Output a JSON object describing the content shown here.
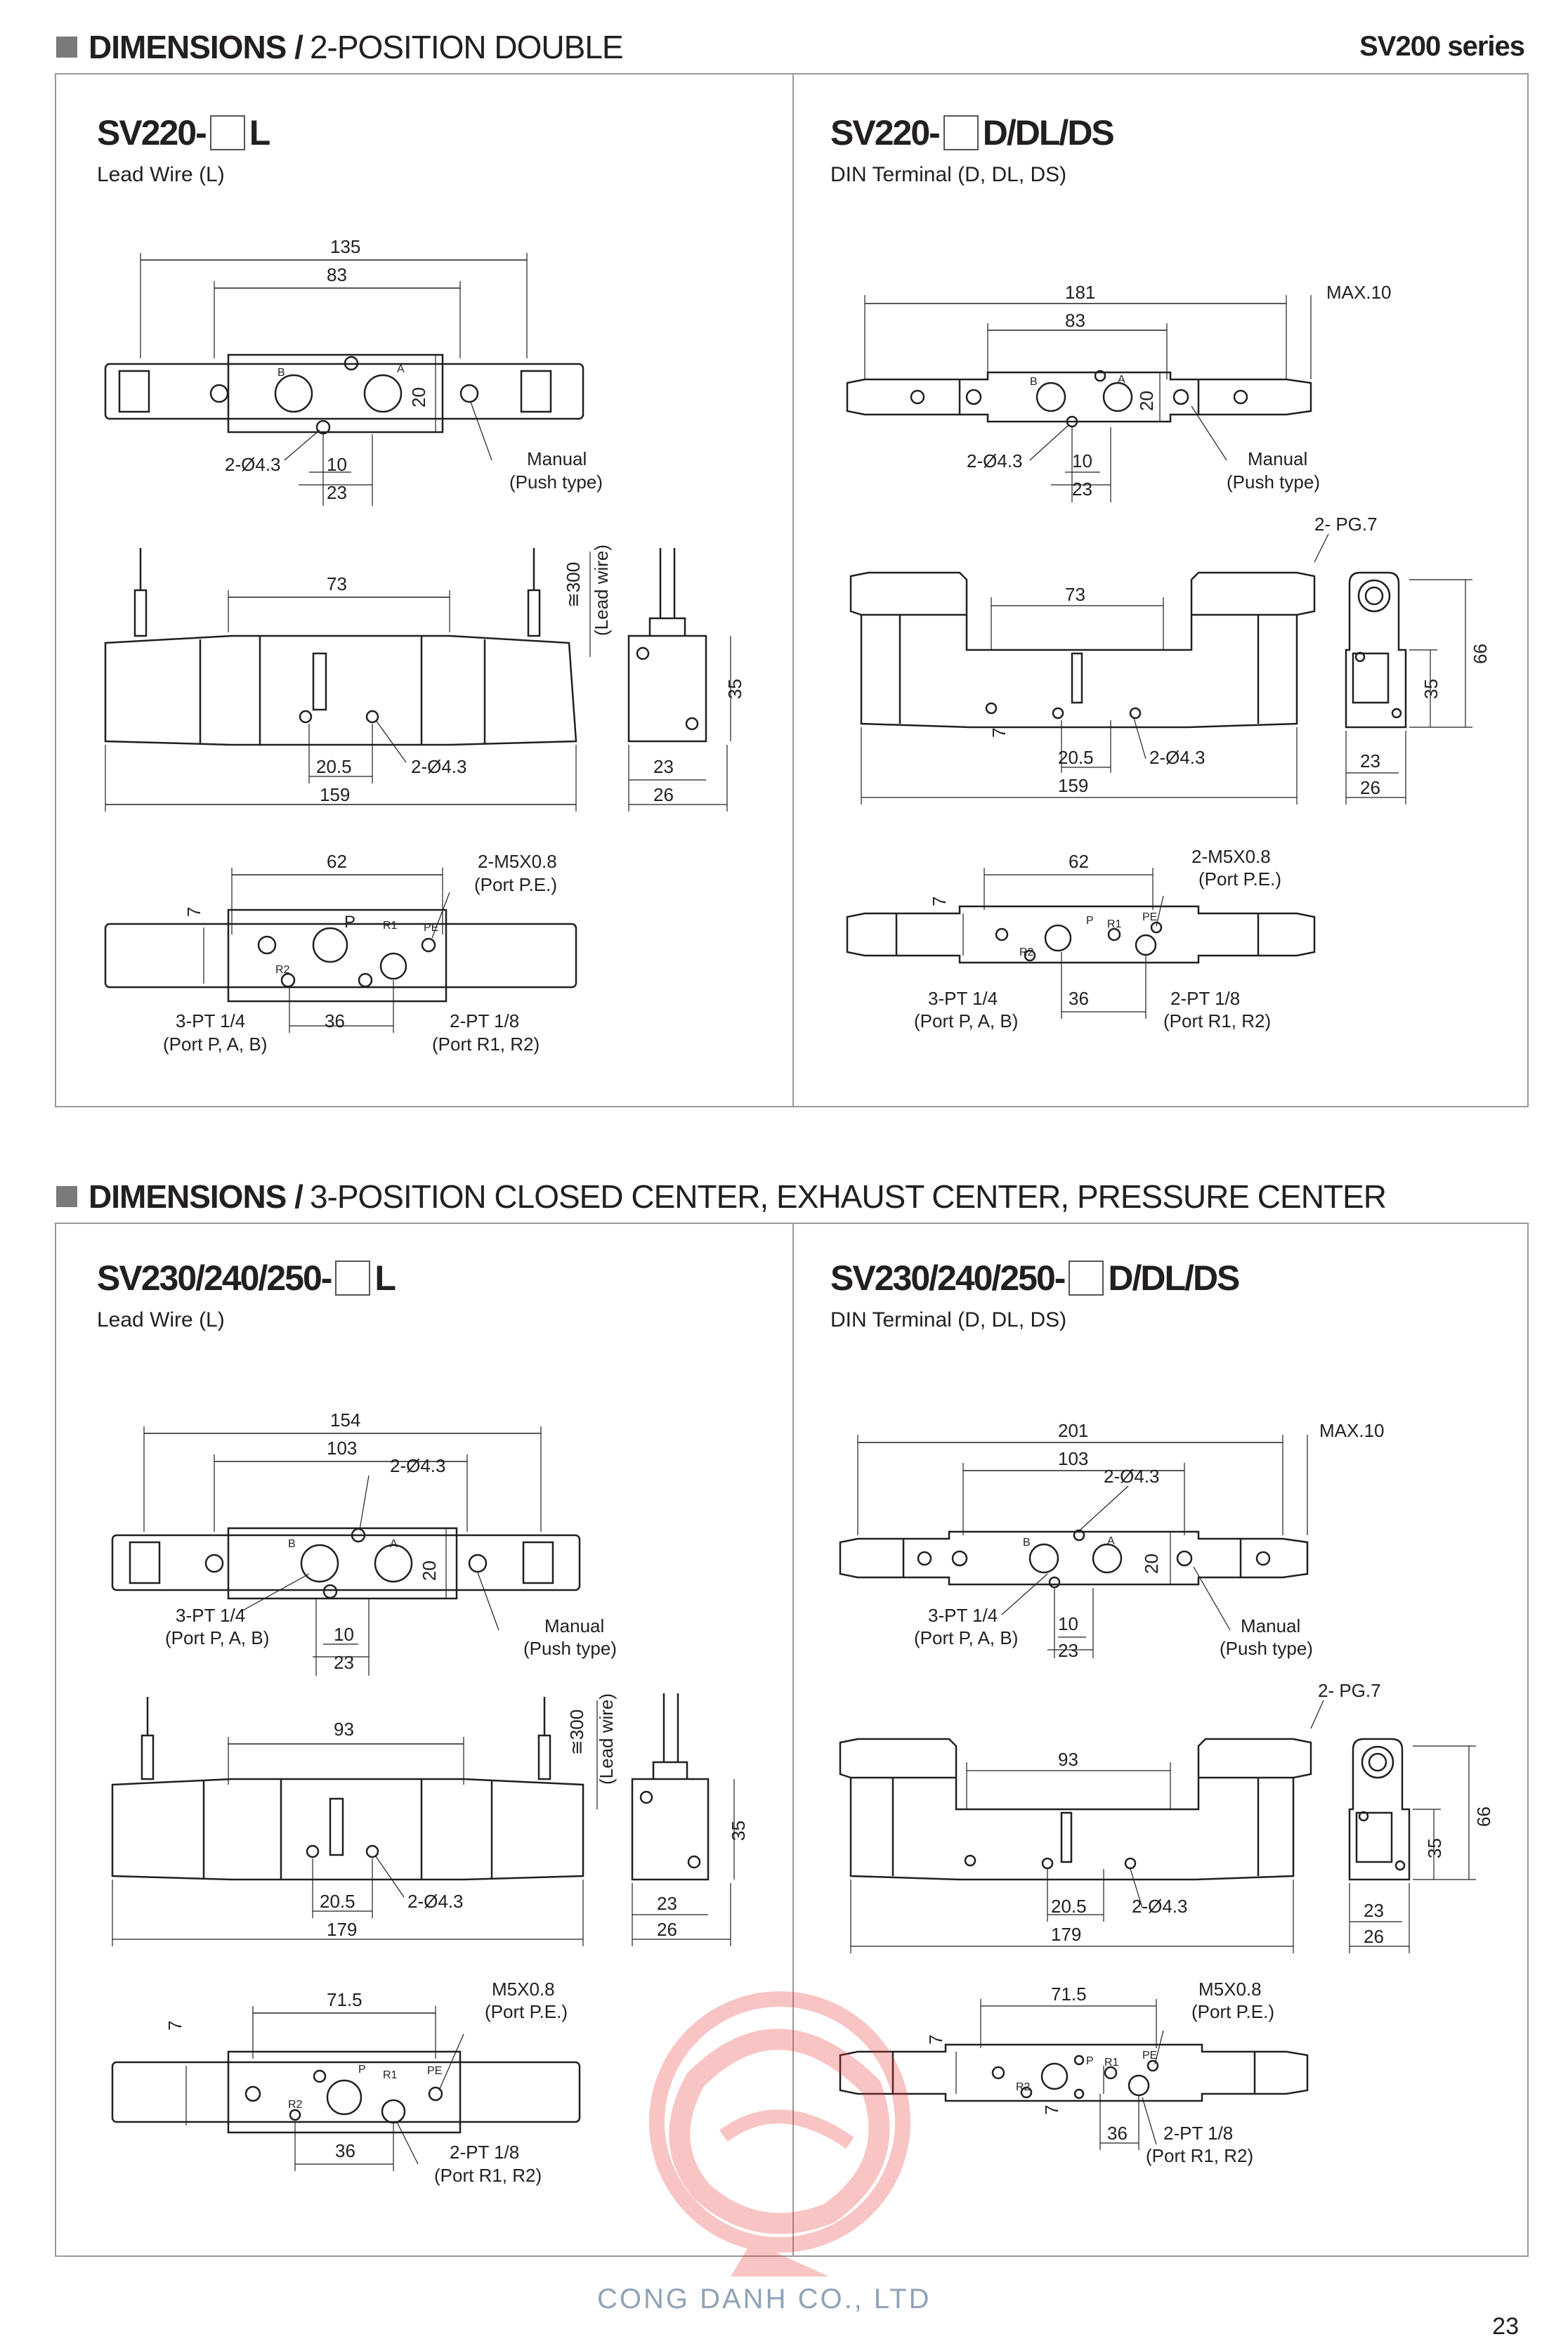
{
  "header": {
    "series": "SV200 series"
  },
  "sections": [
    {
      "title_bold": "DIMENSIONS /",
      "title_rest": "2-POSITION DOUBLE"
    },
    {
      "title_bold": "DIMENSIONS /",
      "title_rest": "3-POSITION CLOSED CENTER, EXHAUST CENTER, PRESSURE CENTER"
    }
  ],
  "panels": {
    "tl": {
      "model_pre": "SV220-",
      "model_post": "L",
      "subtitle": "Lead Wire (L)"
    },
    "tr": {
      "model_pre": "SV220-",
      "model_post": "D/DL/DS",
      "subtitle": "DIN Terminal (D, DL, DS)"
    },
    "bl": {
      "model_pre": "SV230/240/250-",
      "model_post": "L",
      "subtitle": "Lead Wire (L)"
    },
    "br": {
      "model_pre": "SV230/240/250-",
      "model_post": "D/DL/DS",
      "subtitle": "DIN Terminal (D, DL, DS)"
    }
  },
  "drawing_labels": {
    "tl": {
      "overall": "135",
      "span": "83",
      "hole_dia": "2-Ø4.3",
      "pitch10": "10",
      "pitch23": "23",
      "height20": "20",
      "manual": "Manual",
      "push": "(Push type)",
      "port_b": "B",
      "port_a": "A",
      "len73": "73",
      "lead": "≅300",
      "lead_note": "(Lead wire)",
      "h35": "35",
      "len20_5": "20.5",
      "hole2": "2-Ø4.3",
      "len159": "159",
      "w23": "23",
      "w26": "26",
      "len62": "62",
      "m5": "2-M5X0.8",
      "pe_port": "(Port P.E.)",
      "p": "P",
      "r1": "R1",
      "pe": "PE",
      "r2": "R2",
      "seven": "7",
      "pt14": "3-PT 1/4",
      "pab": "(Port P, A, B)",
      "len36": "36",
      "pt18": "2-PT 1/8",
      "pr": "(Port R1, R2)"
    },
    "tr": {
      "overall": "181",
      "max": "MAX.10",
      "span": "83",
      "hole_dia": "2-Ø4.3",
      "pitch10": "10",
      "pitch23": "23",
      "height20": "20",
      "manual": "Manual",
      "push": "(Push type)",
      "port_b": "B",
      "port_a": "A",
      "pg": "2- PG.7",
      "len73": "73",
      "h66": "66",
      "h35": "35",
      "seven": "7",
      "len20_5": "20.5",
      "hole2": "2-Ø4.3",
      "len159": "159",
      "w23": "23",
      "w26": "26",
      "len62": "62",
      "m5": "2-M5X0.8",
      "pe_port": "(Port P.E.)",
      "p": "P",
      "r1": "R1",
      "pe": "PE",
      "r2": "R2",
      "pt14": "3-PT 1/4",
      "pab": "(Port P, A, B)",
      "len36": "36",
      "pt18": "2-PT 1/8",
      "pr": "(Port R1, R2)"
    },
    "bl": {
      "overall": "154",
      "span": "103",
      "hole_dia": "2-Ø4.3",
      "pitch10": "10",
      "pitch23": "23",
      "height20": "20",
      "manual": "Manual",
      "push": "(Push type)",
      "port_b": "B",
      "port_a": "A",
      "pt14": "3-PT 1/4",
      "pab": "(Port P, A, B)",
      "len93": "93",
      "lead": "≅300",
      "lead_note": "(Lead wire)",
      "h35": "35",
      "len20_5": "20.5",
      "hole2": "2-Ø4.3",
      "len179": "179",
      "w23": "23",
      "w26": "26",
      "len71_5": "71.5",
      "m5": "M5X0.8",
      "pe_port": "(Port P.E.)",
      "p": "P",
      "r1": "R1",
      "pe": "PE",
      "r2": "R2",
      "seven": "7",
      "len36": "36",
      "pt18": "2-PT 1/8",
      "pr": "(Port R1, R2)"
    },
    "br": {
      "overall": "201",
      "max": "MAX.10",
      "span": "103",
      "hole_dia": "2-Ø4.3",
      "pitch10": "10",
      "pitch23": "23",
      "height20": "20",
      "manual": "Manual",
      "push": "(Push type)",
      "port_b": "B",
      "port_a": "A",
      "pt14": "3-PT 1/4",
      "pab": "(Port P, A, B)",
      "pg": "2- PG.7",
      "len93": "93",
      "h66": "66",
      "h35": "35",
      "seven": "7",
      "len20_5": "20.5",
      "hole2": "2-Ø4.3",
      "len179": "179",
      "w23": "23",
      "w26": "26",
      "len71_5": "71.5",
      "m5": "M5X0.8",
      "pe_port": "(Port P.E.)",
      "p": "P",
      "r1": "R1",
      "pe": "PE",
      "r2": "R2",
      "len36": "36",
      "pt18": "2-PT 1/8",
      "pr": "(Port R1, R2)"
    }
  },
  "watermark": {
    "company": "CONG DANH CO., LTD",
    "color": "#e8322f"
  },
  "footer": {
    "page_number": "23"
  }
}
